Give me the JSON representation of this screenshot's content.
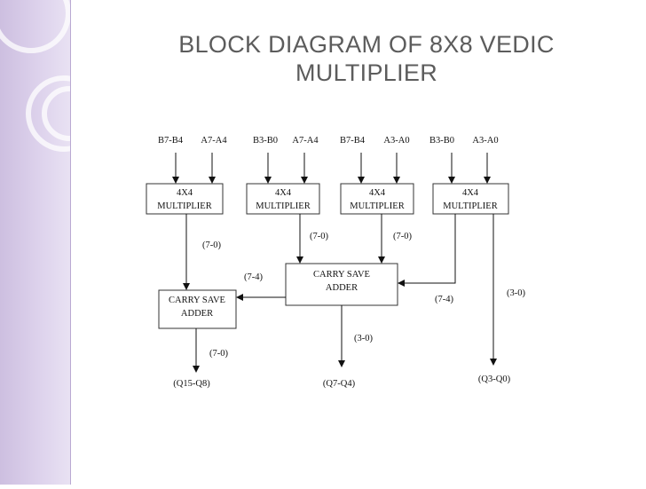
{
  "slide": {
    "title_line1": "BLOCK DIAGRAM OF 8X8  VEDIC",
    "title_line2": "MULTIPLIER"
  },
  "diagram": {
    "inputs": [
      "B7-B4",
      "A7-A4",
      "B3-B0",
      "A7-A4",
      "B7-B4",
      "A3-A0",
      "B3-B0",
      "A3-A0"
    ],
    "multiplier_label_1": "4X4",
    "multiplier_label_2": "MULTIPLIER",
    "adder_label_1": "CARRY SAVE",
    "adder_label_2": "ADDER",
    "edge_labels": {
      "m1_out": "(7-0)",
      "m2_out": "(7-0)",
      "m3_out": "(7-0)",
      "csa_left_out": "(7-4)",
      "m4_high": "(7-4)",
      "m4_low": "(3-0)",
      "csa_down_out": "(3-0)",
      "csa_final_out": "(7-0)"
    },
    "outputs": [
      "(Q15-Q8)",
      "(Q7-Q4)",
      "(Q3-Q0)"
    ]
  }
}
